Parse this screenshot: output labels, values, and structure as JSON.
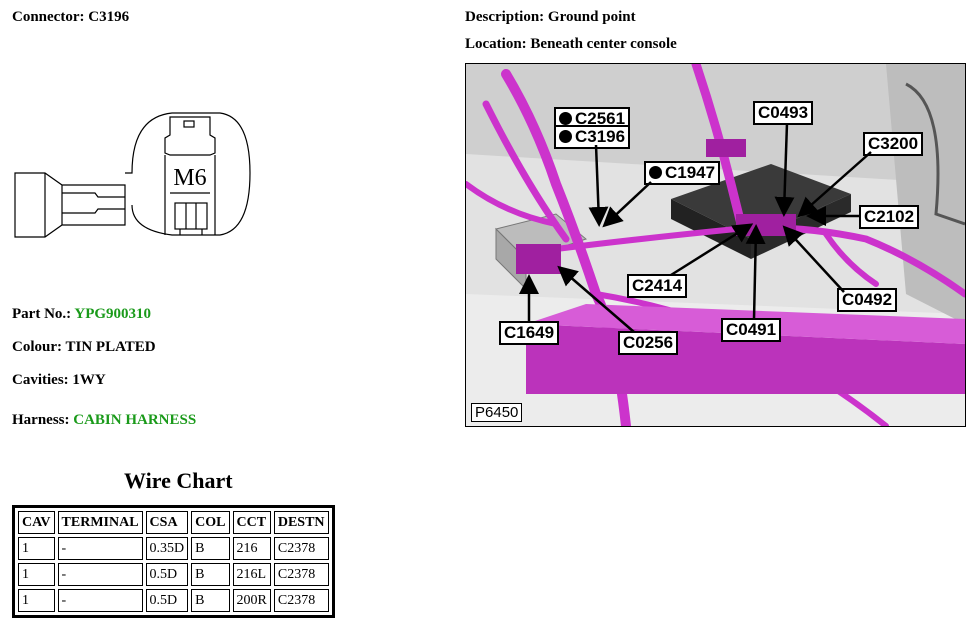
{
  "connector": {
    "label": "Connector:",
    "value": "C3196",
    "housing_mark": "M6"
  },
  "description": {
    "label": "Description:",
    "value": "Ground point"
  },
  "location": {
    "label": "Location:",
    "value": "Beneath center console"
  },
  "part_no": {
    "label": "Part No.:",
    "value": "YPG900310"
  },
  "colour": {
    "label": "Colour:",
    "value": "TIN PLATED"
  },
  "cavities": {
    "label": "Cavities:",
    "value": "1WY"
  },
  "harness": {
    "label": "Harness:",
    "value": "CABIN HARNESS"
  },
  "colors": {
    "link_green": "#1a9a1a",
    "harness_magenta": "#cc33cc"
  },
  "wire_chart": {
    "title": "Wire Chart",
    "headers": [
      "CAV",
      "TERMINAL",
      "CSA",
      "COL",
      "CCT",
      "DESTN"
    ],
    "rows": [
      [
        "1",
        "-",
        "0.35D",
        "B",
        "216",
        "C2378"
      ],
      [
        "1",
        "-",
        "0.5D",
        "B",
        "216L",
        "C2378"
      ],
      [
        "1",
        "-",
        "0.5D",
        "B",
        "200R",
        "C2378"
      ]
    ]
  },
  "photo": {
    "ref": "P6450",
    "callouts": {
      "c2561": "C2561",
      "c3196": "C3196",
      "c1947": "C1947",
      "c0493": "C0493",
      "c3200": "C3200",
      "c2102": "C2102",
      "c2414": "C2414",
      "c0492": "C0492",
      "c1649": "C1649",
      "c0256": "C0256",
      "c0491": "C0491"
    }
  }
}
